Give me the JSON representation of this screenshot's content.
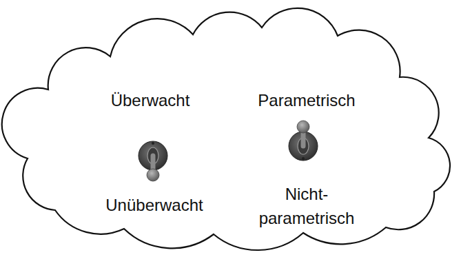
{
  "diagram": {
    "labels": [
      "Überwacht",
      "Parametrisch",
      "Unüberwacht",
      "Nicht- parametrisch"
    ]
  }
}
